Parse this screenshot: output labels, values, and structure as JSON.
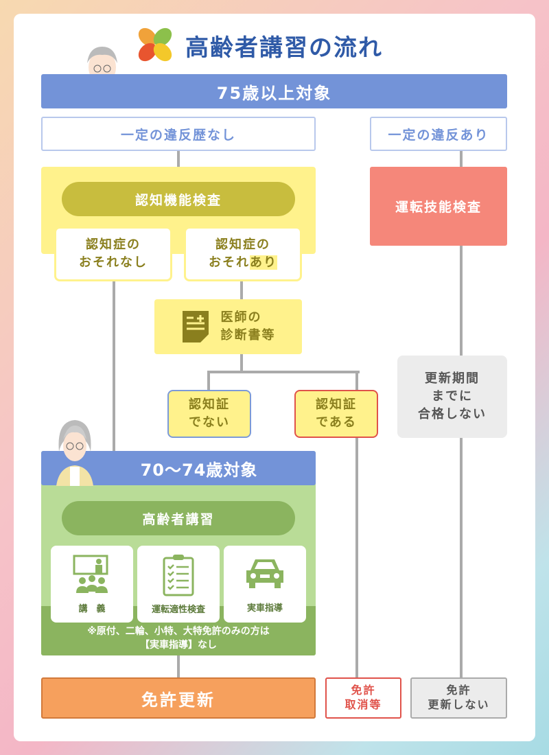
{
  "title": "高齢者講習の流れ",
  "age75": "75歳以上対象",
  "no_violation": "一定の違反歴なし",
  "violation": "一定の違反あり",
  "cognitive_test": "認知機能検査",
  "no_risk": [
    "認知症の",
    "おそれなし"
  ],
  "risk": [
    "認知症の",
    "おそれ",
    "あり"
  ],
  "doctor": [
    "医師の",
    "診断書等"
  ],
  "not_dementia": [
    "認知証",
    "でない"
  ],
  "dementia": [
    "認知証",
    "である"
  ],
  "driving_test": "運転技能検査",
  "fail": [
    "更新期間",
    "までに",
    "合格しない"
  ],
  "age70": "70〜74歳対象",
  "course": "高齢者講習",
  "items": [
    {
      "label": "講　義",
      "icon": "lecture-icon"
    },
    {
      "label": "運転適性検査",
      "icon": "clipboard-icon"
    },
    {
      "label": "実車指導",
      "icon": "car-icon"
    }
  ],
  "note": [
    "※原付、二輪、小特、大特免許のみの方は",
    "【実車指導】なし"
  ],
  "renew": "免許更新",
  "revoke": [
    "免許",
    "取消等"
  ],
  "no_renew": [
    "免許",
    "更新しない"
  ],
  "colors": {
    "blue": "#7393d8",
    "yellow": "#fff28c",
    "salmon": "#f5877a",
    "green": "#8bb45f",
    "orange": "#f6a05d"
  }
}
